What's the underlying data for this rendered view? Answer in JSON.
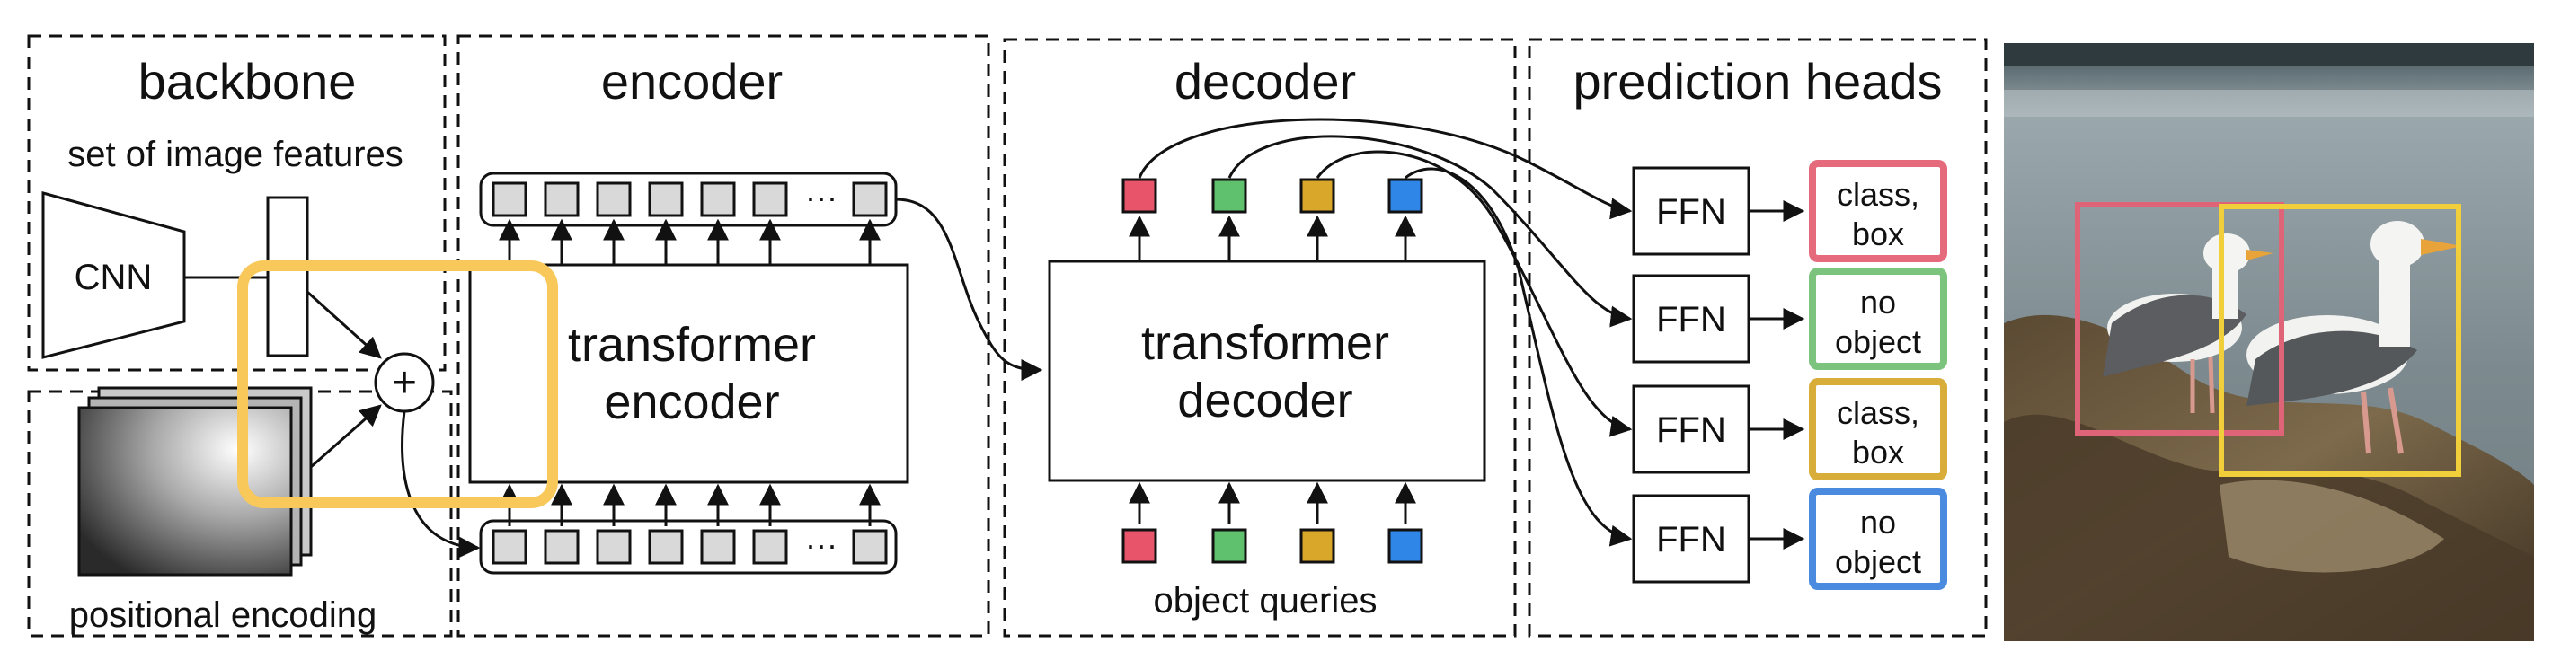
{
  "sections": {
    "backbone": "backbone",
    "encoder": "encoder",
    "decoder": "decoder",
    "heads": "prediction heads"
  },
  "backbone": {
    "features_label": "set of image features",
    "cnn_label": "CNN",
    "plus_symbol": "+",
    "pos_label": "positional encoding"
  },
  "encoder": {
    "block_line1": "transformer",
    "block_line2": "encoder",
    "ellipsis": "···"
  },
  "decoder": {
    "block_line1": "transformer",
    "block_line2": "decoder",
    "queries_label": "object queries"
  },
  "heads": {
    "ffn_label": "FFN",
    "predictions": [
      {
        "line1": "class,",
        "line2": "box",
        "color": "#e46a7c"
      },
      {
        "line1": "no",
        "line2": "object",
        "color": "#7cc47e"
      },
      {
        "line1": "class,",
        "line2": "box",
        "color": "#d8ad3a"
      },
      {
        "line1": "no",
        "line2": "object",
        "color": "#4a8be0"
      }
    ]
  },
  "colors": {
    "query_red": "#e8546a",
    "query_green": "#5fc16d",
    "query_gold": "#d9a82a",
    "query_blue": "#2f86e6",
    "highlight": "#f8c85a",
    "box_red": "#e06478",
    "box_yellow": "#f0cf3a"
  }
}
